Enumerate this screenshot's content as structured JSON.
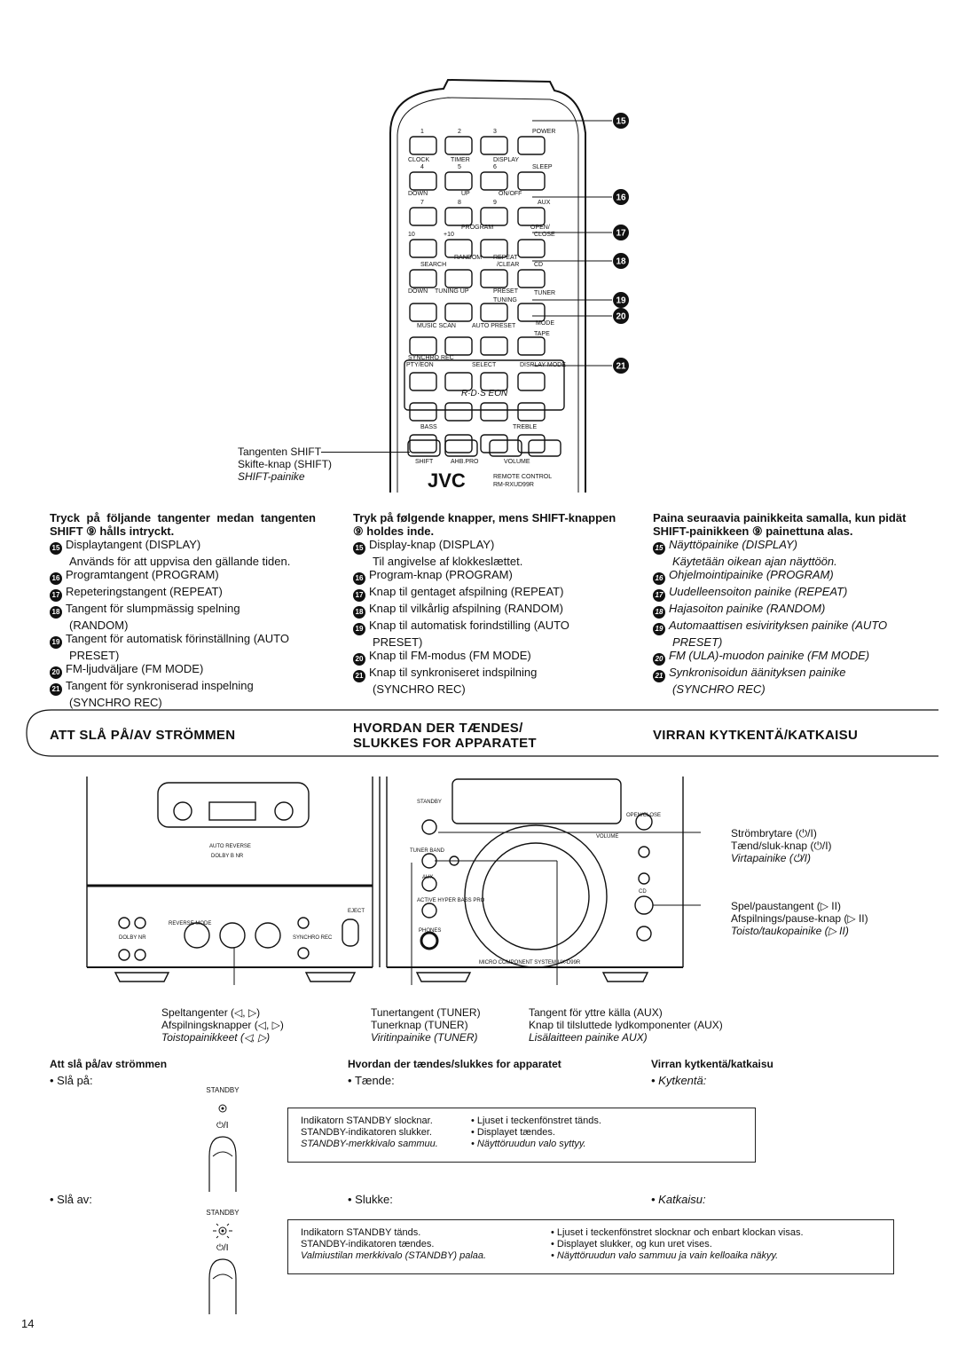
{
  "remote": {
    "row1": [
      "1",
      "2",
      "3",
      "POWER"
    ],
    "row1b": [
      "CLOCK",
      "TIMER",
      "DISPLAY"
    ],
    "row2": [
      "4",
      "5",
      "6",
      "SLEEP"
    ],
    "row2b": [
      "DOWN",
      "UP",
      "ON/OFF"
    ],
    "row3": [
      "7",
      "8",
      "9",
      "AUX"
    ],
    "row3b": [
      "PROGRAM",
      "OPEN/",
      "CLOSE"
    ],
    "row4": [
      "10",
      "+10"
    ],
    "row4b": [
      "RANDOM",
      "REPEAT"
    ],
    "row5": [
      "SEARCH",
      "/CLEAR",
      "CD"
    ],
    "row6": [
      "DOWN",
      "TUNING UP",
      "PRESET",
      "TUNER"
    ],
    "row6b": [
      "TUNING"
    ],
    "row7": [
      "MUSIC SCAN",
      "AUTO PRESET",
      "MODE"
    ],
    "row8": [
      "TAPE"
    ],
    "row8b": [
      "SYNCHRO REC"
    ],
    "row9": [
      "PTY/EON",
      "SELECT",
      "DISPLAY MODE"
    ],
    "rds": "R·D·S EON",
    "row10": [
      "BASS",
      "TREBLE"
    ],
    "row11": [
      "SHIFT",
      "AHB.PRO",
      "VOLUME"
    ],
    "brand": "JVC",
    "model1": "REMOTE CONTROL",
    "model2": "RM-RXUD99R",
    "callouts": [
      "15",
      "16",
      "17",
      "18",
      "19",
      "20",
      "21"
    ],
    "shift_label": [
      "Tangenten SHIFT",
      "Skifte-knap (SHIFT)",
      "SHIFT-painike"
    ]
  },
  "col_sv": {
    "heading": "Tryck på följande tangenter medan tangenten SHIFT ⑨ hålls intryckt.",
    "items": [
      {
        "n": "15",
        "text": "Displaytangent (DISPLAY)"
      },
      {
        "n": "",
        "text": "Används för att uppvisa den gällande tiden."
      },
      {
        "n": "16",
        "text": "Programtangent (PROGRAM)"
      },
      {
        "n": "17",
        "text": "Repeteringstangent (REPEAT)"
      },
      {
        "n": "18",
        "text": "Tangent för slumpmässig spelning"
      },
      {
        "n": "",
        "text": "(RANDOM)"
      },
      {
        "n": "19",
        "text": "Tangent för automatisk förinställning (AUTO"
      },
      {
        "n": "",
        "text": "PRESET)"
      },
      {
        "n": "20",
        "text": "FM-ljudväljare (FM MODE)"
      },
      {
        "n": "21",
        "text": "Tangent för synkroniserad inspelning"
      },
      {
        "n": "",
        "text": "(SYNCHRO REC)"
      }
    ]
  },
  "col_da": {
    "heading": "Tryk på følgende knapper, mens SHIFT-knappen ⑨ holdes inde.",
    "items": [
      {
        "n": "15",
        "text": "Display-knap (DISPLAY)"
      },
      {
        "n": "",
        "text": "Til angivelse af klokkeslættet."
      },
      {
        "n": "16",
        "text": "Program-knap (PROGRAM)"
      },
      {
        "n": "17",
        "text": "Knap til gentaget afspilning (REPEAT)"
      },
      {
        "n": "18",
        "text": "Knap til vilkårlig afspilning (RANDOM)"
      },
      {
        "n": "19",
        "text": "Knap til automatisk forindstilling (AUTO"
      },
      {
        "n": "",
        "text": "PRESET)"
      },
      {
        "n": "20",
        "text": "Knap til FM-modus (FM MODE)"
      },
      {
        "n": "21",
        "text": "Knap til synkroniseret indspilning"
      },
      {
        "n": "",
        "text": "(SYNCHRO REC)"
      }
    ]
  },
  "col_fi": {
    "heading": "Paina seuraavia painikkeita samalla, kun pidät SHIFT-painikkeen ⑨ painettuna alas.",
    "items": [
      {
        "n": "15",
        "text": "Näyttöpainike (DISPLAY)"
      },
      {
        "n": "",
        "text": "Käytetään oikean ajan näyttöön."
      },
      {
        "n": "16",
        "text": "Ohjelmointipainike (PROGRAM)"
      },
      {
        "n": "17",
        "text": "Uudelleensoiton painike (REPEAT)"
      },
      {
        "n": "18",
        "text": "Hajasoiton painike (RANDOM)"
      },
      {
        "n": "19",
        "text": "Automaattisen esivirityksen painike (AUTO"
      },
      {
        "n": "",
        "text": "PRESET)"
      },
      {
        "n": "20",
        "text": "FM (ULA)-muodon painike (FM MODE)"
      },
      {
        "n": "21",
        "text": "Synkronisoidun äänityksen painike"
      },
      {
        "n": "",
        "text": "(SYNCHRO REC)"
      }
    ]
  },
  "headings": {
    "sv": "ATT SLÅ PÅ/AV STRÖMMEN",
    "da1": "HVORDAN DER TÆNDES/",
    "da2": "SLUKKES FOR APPARATET",
    "fi": "VIRRAN KYTKENTÄ/KATKAISU"
  },
  "device": {
    "auto_reverse": "AUTO REVERSE",
    "dolby": "DOLBY B NR",
    "dolby_nr": "DOLBY NR",
    "reverse_mode": "REVERSE MODE",
    "synchro_rec": "SYNCHRO REC",
    "eject": "EJECT",
    "standby": "STANDBY",
    "tuner_band": "TUNER BAND",
    "aux": "AUX",
    "active_hyper": "ACTIVE HYPER BASS PRO",
    "phones": "PHONES",
    "open_close": "OPEN/CLOSE",
    "cd": "CD",
    "volume": "VOLUME",
    "model": "MICRO COMPONENT SYSTEM UX-D99R"
  },
  "labels": {
    "power": [
      "Strömbrytare (⏻/I)",
      "Tænd/sluk-knap (⏻/I)",
      "Virtapainike (⏻/I)"
    ],
    "play": [
      "Spel/paustangent (▷ II)",
      "Afspilnings/pause-knap (▷ II)",
      "Toisto/taukopainike (▷ II)"
    ],
    "tape": [
      "Speltangenter (◁, ▷)",
      "Afspilningsknapper (◁, ▷)",
      "Toistopainikkeet (◁, ▷)"
    ],
    "tuner": [
      "Tunertangent (TUNER)",
      "Tunerknap (TUNER)",
      "Viritinpainike (TUNER)"
    ],
    "aux": [
      "Tangent för yttre källa (AUX)",
      "Knap til tilsluttede lydkomponenter (AUX)",
      "Lisälaitteen painike AUX)"
    ]
  },
  "bottom": {
    "sv_head": "Att slå på/av strömmen",
    "da_head": "Hvordan der tændes/slukkes for apparatet",
    "fi_head": "Virran kytkentä/katkaisu",
    "on_sv": "Slå på:",
    "on_da": "Tænde:",
    "on_fi": "Kytkentä:",
    "off_sv": "Slå av:",
    "off_da": "Slukke:",
    "off_fi": "Katkaisu:",
    "standby": "STANDBY",
    "on_box": {
      "left": [
        "Indikatorn STANDBY slocknar.",
        "STANDBY-indikatoren slukker.",
        "STANDBY-merkkivalo sammuu."
      ],
      "right": [
        "Ljuset i teckenfönstret tänds.",
        "Displayet tændes.",
        "Näyttöruudun valo syttyy."
      ]
    },
    "off_box": {
      "left": [
        "Indikatorn STANDBY tänds.",
        "STANDBY-indikatoren tændes.",
        "Valmiustilan merkkivalo (STANDBY) palaa."
      ],
      "right": [
        "Ljuset i teckenfönstret slocknar och enbart klockan visas.",
        "Displayet slukker, og kun uret vises.",
        "Näyttöruudun valo sammuu ja vain kelloaika näkyy."
      ]
    }
  },
  "page_number": "14"
}
